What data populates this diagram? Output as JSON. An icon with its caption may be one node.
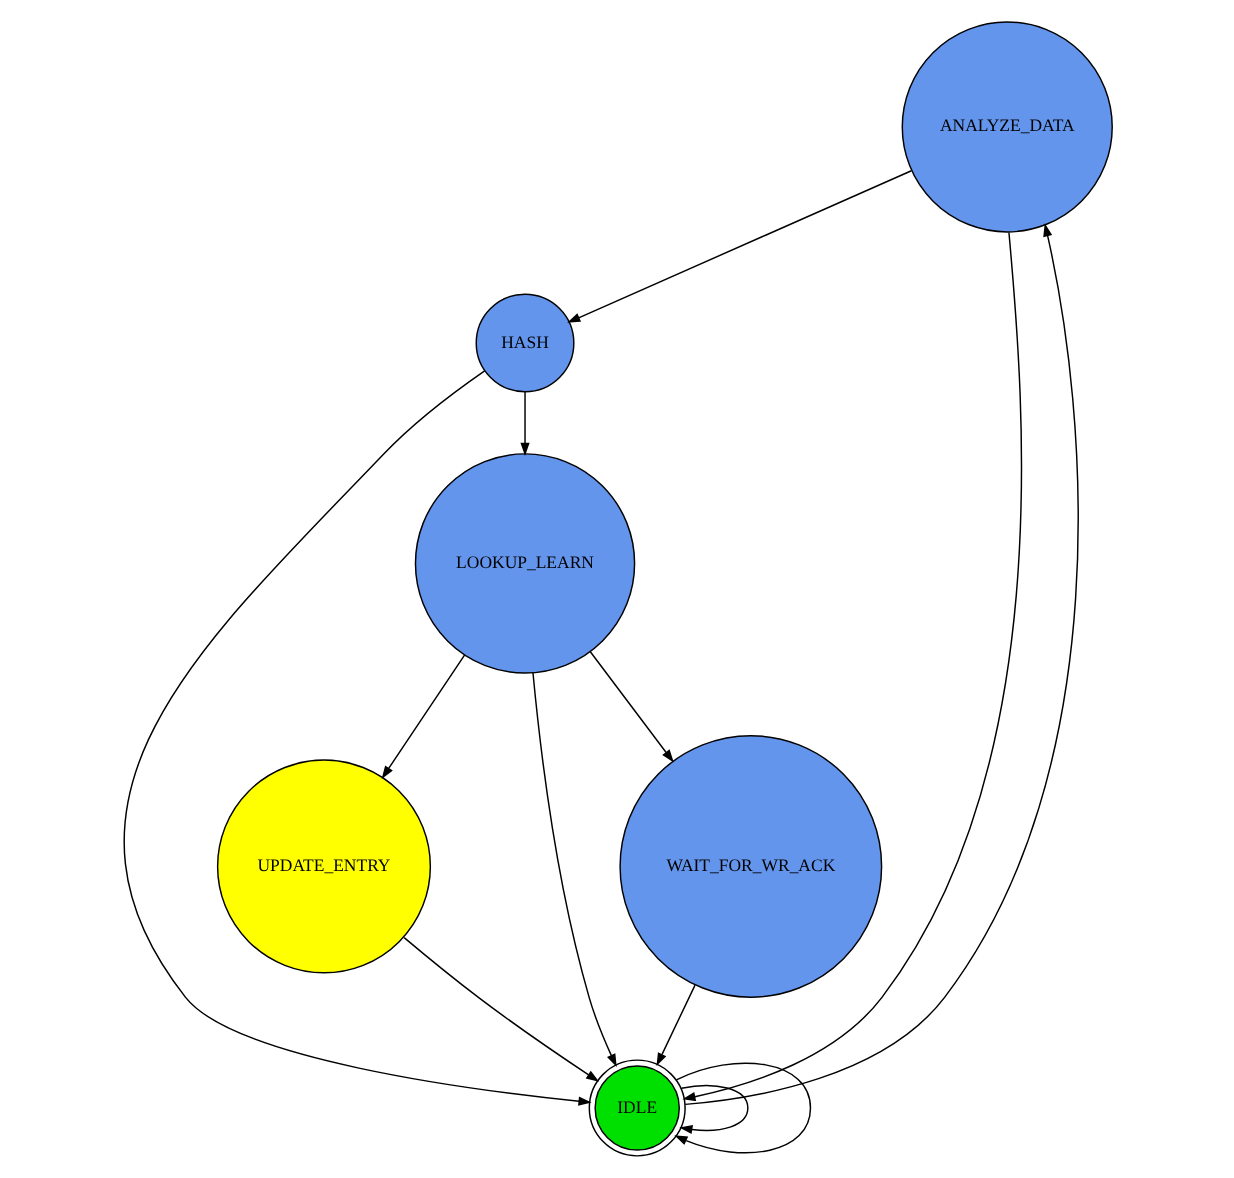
{
  "diagram": {
    "nodes": [
      {
        "text": [
          "ANALYZE_DATA"
        ]
      },
      {
        "text": [
          "UPDATE_ENTRY"
        ]
      },
      {
        "text": [
          "HASH"
        ]
      },
      {
        "text": [
          "IDLE"
        ]
      },
      {
        "text": [
          "WAIT_FOR_WR_ACK"
        ]
      },
      {
        "text": [
          "LOOKUP_LEARN"
        ]
      }
    ],
    "edges": [
      {
        "from": 0,
        "to": 3,
        "arrow": "to"
      },
      {
        "from": 3,
        "to": 0,
        "arrow": "to"
      },
      {
        "from": 3,
        "to": 3,
        "arrow": "to"
      },
      {
        "from": 3,
        "to": 3,
        "arrow": "to"
      },
      {
        "from": 0,
        "to": 2,
        "arrow": "to"
      },
      {
        "from": 2,
        "to": 3,
        "arrow": "to"
      },
      {
        "from": 2,
        "to": 5,
        "arrow": "to"
      },
      {
        "from": 1,
        "to": 3,
        "arrow": "to"
      },
      {
        "from": 4,
        "to": 3,
        "arrow": "to"
      },
      {
        "from": 5,
        "to": 3,
        "arrow": "to"
      },
      {
        "from": 5,
        "to": 4,
        "arrow": "to"
      },
      {
        "from": 5,
        "to": 1,
        "arrow": "to"
      }
    ]
  }
}
